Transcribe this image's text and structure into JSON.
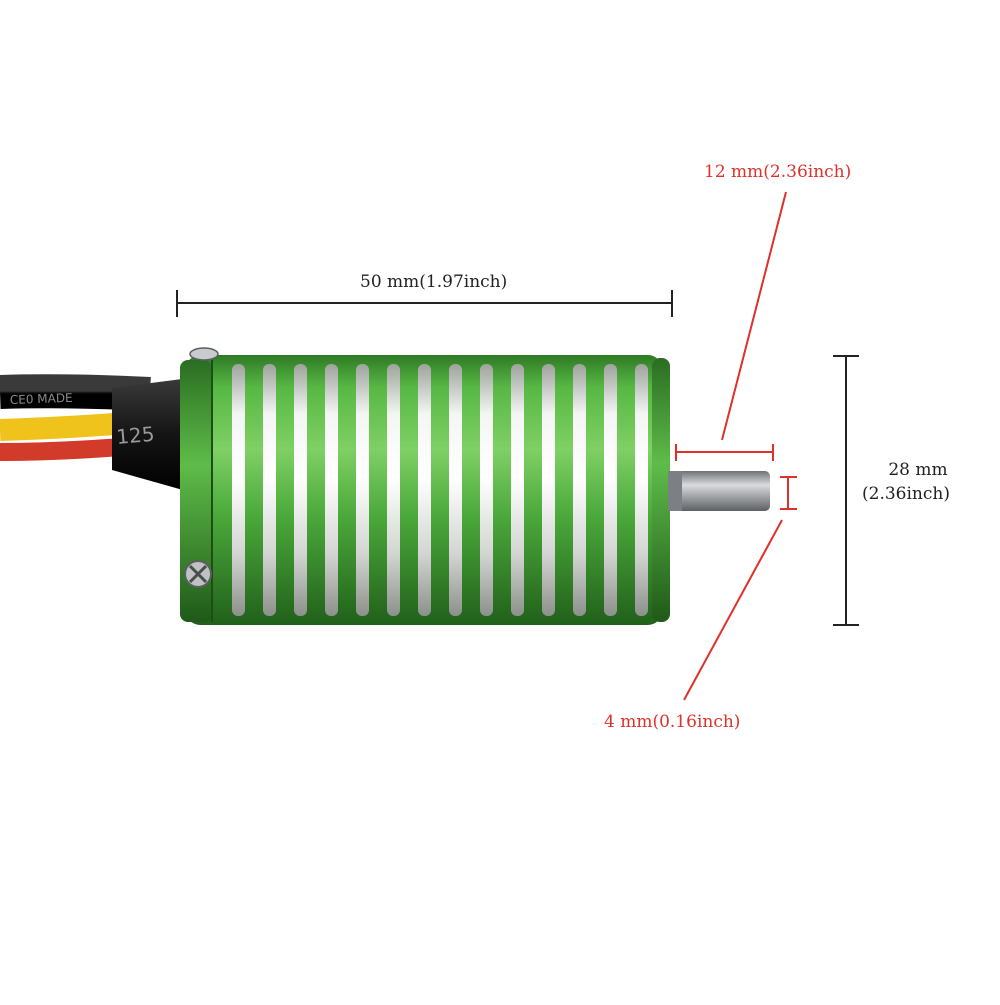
{
  "dimensions": {
    "length": {
      "text": "50 mm(1.97inch)",
      "color": "#222222"
    },
    "shaft_length": {
      "text": "12 mm(2.36inch)",
      "color": "#e0302a"
    },
    "diameter": {
      "text_mm": "28 mm",
      "text_inch": "(2.36inch)",
      "color": "#222222"
    },
    "shaft_diameter": {
      "text": "4 mm(0.16inch)",
      "color": "#e0302a"
    }
  },
  "cable_print": "125",
  "colors": {
    "motor_green": "#4aa83a",
    "fin_silver": "#e4e6e4",
    "shaft_steel": "#a9abaf",
    "wire_red": "#d23a2a",
    "wire_yellow": "#f0c21c",
    "wire_black": "#1a1a1a"
  }
}
